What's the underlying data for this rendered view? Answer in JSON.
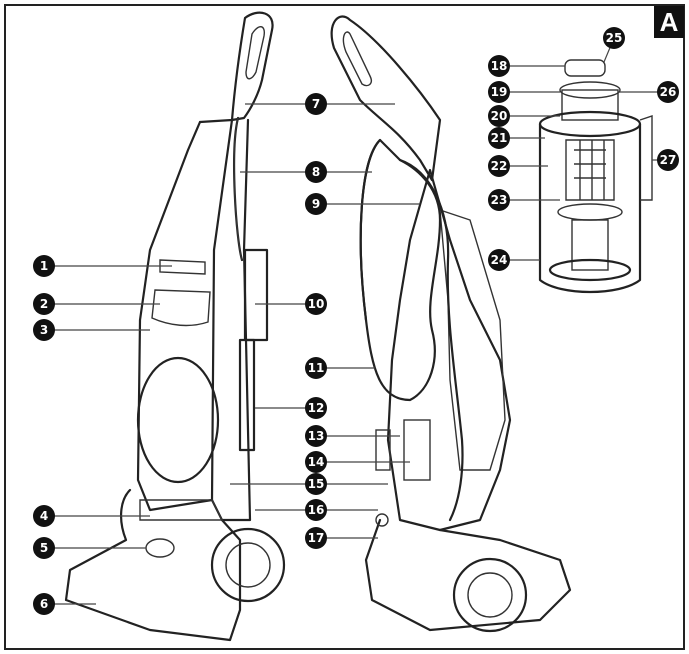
{
  "figure": {
    "panel_label": "A",
    "callouts": [
      {
        "num": "1"
      },
      {
        "num": "2"
      },
      {
        "num": "3"
      },
      {
        "num": "4"
      },
      {
        "num": "5"
      },
      {
        "num": "6"
      },
      {
        "num": "7"
      },
      {
        "num": "8"
      },
      {
        "num": "9"
      },
      {
        "num": "10"
      },
      {
        "num": "11"
      },
      {
        "num": "12"
      },
      {
        "num": "13"
      },
      {
        "num": "14"
      },
      {
        "num": "15"
      },
      {
        "num": "16"
      },
      {
        "num": "17"
      },
      {
        "num": "18"
      },
      {
        "num": "19"
      },
      {
        "num": "20"
      },
      {
        "num": "21"
      },
      {
        "num": "22"
      },
      {
        "num": "23"
      },
      {
        "num": "24"
      },
      {
        "num": "25"
      },
      {
        "num": "26"
      },
      {
        "num": "27"
      }
    ]
  }
}
